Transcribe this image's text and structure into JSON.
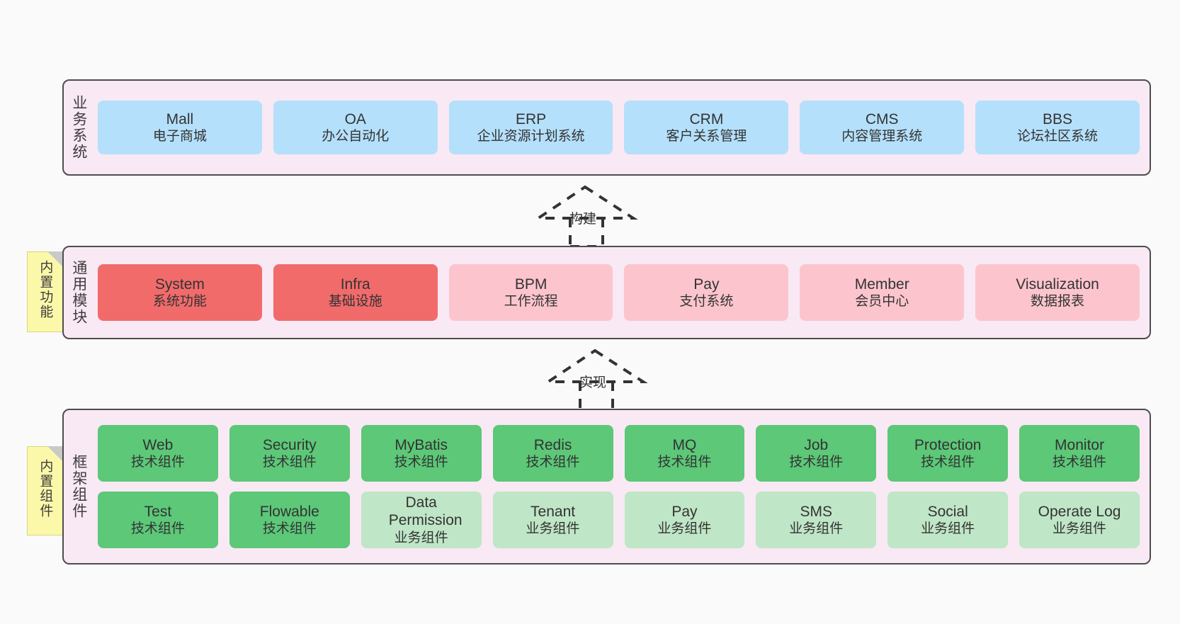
{
  "diagram": {
    "background": "#fafafa",
    "panel_fill": "#f8e9f4",
    "panel_border": "#4d4d4d",
    "note_fill": "#fbf8a9",
    "colors": {
      "business": "#b5e0fb",
      "module_primary": "#f26b6b",
      "module_secondary": "#fcc5cd",
      "tech_component": "#5cc878",
      "biz_component": "#bfe6c6"
    }
  },
  "layers": [
    {
      "id": "business-system",
      "title": "业务系统",
      "rows": [
        {
          "nodes": [
            {
              "title": "Mall",
              "sub": "电子商城",
              "color": "c-blue"
            },
            {
              "title": "OA",
              "sub": "办公自动化",
              "color": "c-blue"
            },
            {
              "title": "ERP",
              "sub": "企业资源计划系统",
              "color": "c-blue"
            },
            {
              "title": "CRM",
              "sub": "客户关系管理",
              "color": "c-blue"
            },
            {
              "title": "CMS",
              "sub": "内容管理系统",
              "color": "c-blue"
            },
            {
              "title": "BBS",
              "sub": "论坛社区系统",
              "color": "c-blue"
            }
          ]
        }
      ]
    },
    {
      "id": "common-module",
      "title": "通用模块",
      "note": "内置功能",
      "rows": [
        {
          "nodes": [
            {
              "title": "System",
              "sub": "系统功能",
              "color": "c-red"
            },
            {
              "title": "Infra",
              "sub": "基础设施",
              "color": "c-red"
            },
            {
              "title": "BPM",
              "sub": "工作流程",
              "color": "c-pink"
            },
            {
              "title": "Pay",
              "sub": "支付系统",
              "color": "c-pink"
            },
            {
              "title": "Member",
              "sub": "会员中心",
              "color": "c-pink"
            },
            {
              "title": "Visualization",
              "sub": "数据报表",
              "color": "c-pink"
            }
          ]
        }
      ]
    },
    {
      "id": "framework-component",
      "title": "框架组件",
      "note": "内置组件",
      "rows": [
        {
          "nodes": [
            {
              "title": "Web",
              "sub": "技术组件",
              "color": "c-green"
            },
            {
              "title": "Security",
              "sub": "技术组件",
              "color": "c-green"
            },
            {
              "title": "MyBatis",
              "sub": "技术组件",
              "color": "c-green"
            },
            {
              "title": "Redis",
              "sub": "技术组件",
              "color": "c-green"
            },
            {
              "title": "MQ",
              "sub": "技术组件",
              "color": "c-green"
            },
            {
              "title": "Job",
              "sub": "技术组件",
              "color": "c-green"
            },
            {
              "title": "Protection",
              "sub": "技术组件",
              "color": "c-green"
            },
            {
              "title": "Monitor",
              "sub": "技术组件",
              "color": "c-green"
            }
          ]
        },
        {
          "nodes": [
            {
              "title": "Test",
              "sub": "技术组件",
              "color": "c-green"
            },
            {
              "title": "Flowable",
              "sub": "技术组件",
              "color": "c-green"
            },
            {
              "title": "Data Permission",
              "sub": "业务组件",
              "color": "c-greenlight"
            },
            {
              "title": "Tenant",
              "sub": "业务组件",
              "color": "c-greenlight"
            },
            {
              "title": "Pay",
              "sub": "业务组件",
              "color": "c-greenlight"
            },
            {
              "title": "SMS",
              "sub": "业务组件",
              "color": "c-greenlight"
            },
            {
              "title": "Social",
              "sub": "业务组件",
              "color": "c-greenlight"
            },
            {
              "title": "Operate Log",
              "sub": "业务组件",
              "color": "c-greenlight"
            }
          ]
        }
      ]
    }
  ],
  "connectors": [
    {
      "id": "build",
      "label": "构建"
    },
    {
      "id": "implement",
      "label": "实现"
    }
  ]
}
